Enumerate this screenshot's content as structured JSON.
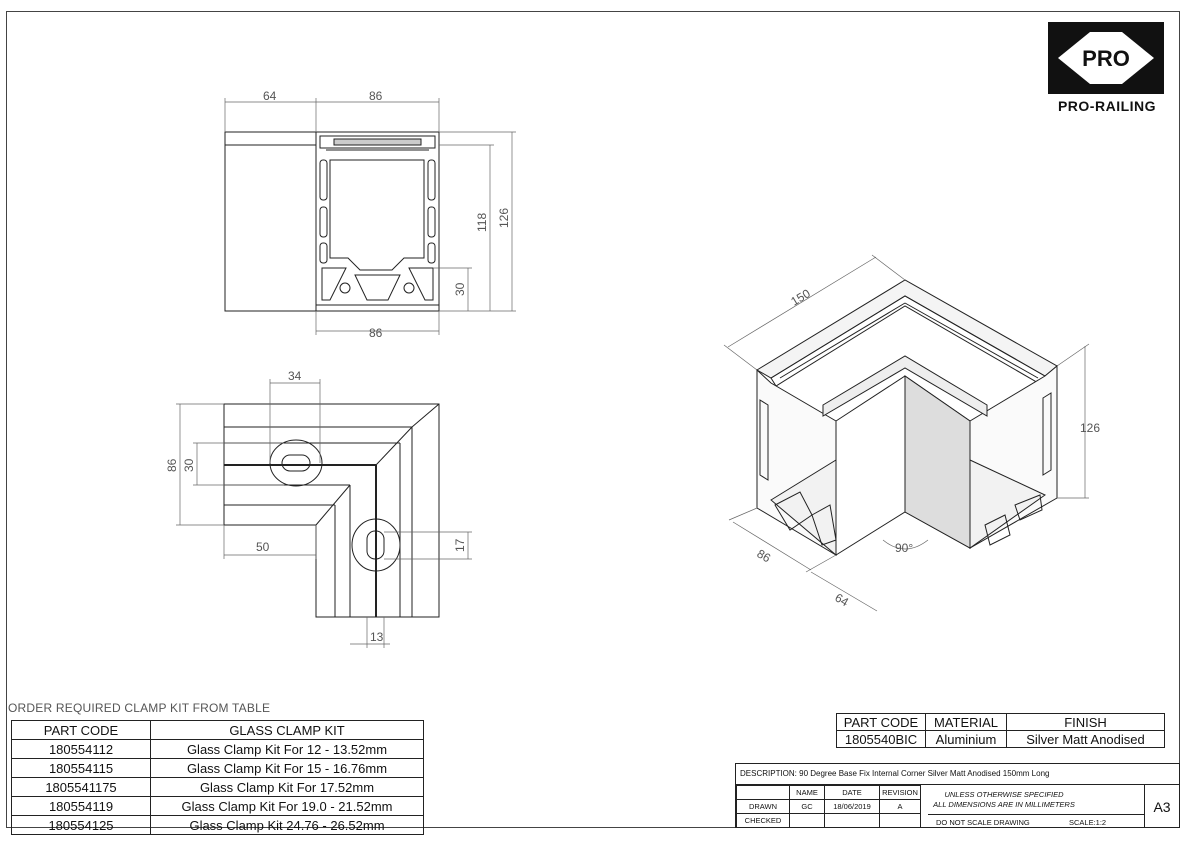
{
  "logo": {
    "mark": "PRO",
    "brand": "PRO-RAILING"
  },
  "dimensions": {
    "front": {
      "top_left": "64",
      "top_right": "86",
      "bottom": "86",
      "h118": "118",
      "h126": "126",
      "h30": "30"
    },
    "plan": {
      "w34": "34",
      "h86": "86",
      "h30": "30",
      "w50": "50",
      "h17": "17",
      "w13": "13"
    },
    "iso": {
      "len150": "150",
      "h126": "126",
      "w86": "86",
      "w64": "64",
      "angle": "90°"
    }
  },
  "order_table": {
    "title": "ORDER REQUIRED CLAMP KIT FROM TABLE",
    "headers": [
      "PART CODE",
      "GLASS CLAMP KIT"
    ],
    "rows": [
      [
        "180554112",
        "Glass Clamp Kit For 12 - 13.52mm"
      ],
      [
        "180554115",
        "Glass Clamp Kit For 15 - 16.76mm"
      ],
      [
        "1805541175",
        "Glass Clamp Kit For 17.52mm"
      ],
      [
        "180554119",
        "Glass Clamp Kit For 19.0 - 21.52mm"
      ],
      [
        "180554125",
        "Glass Clamp Kit 24.76 - 26.52mm"
      ]
    ]
  },
  "material_table": {
    "headers": [
      "PART CODE",
      "MATERIAL",
      "FINISH"
    ],
    "row": [
      "1805540BIC",
      "Aluminium",
      "Silver Matt Anodised"
    ]
  },
  "title_block": {
    "description": "DESCRIPTION: 90 Degree Base Fix Internal Corner Silver Matt Anodised 150mm Long",
    "headers": [
      "NAME",
      "DATE",
      "REVISION"
    ],
    "drawn_label": "DRAWN",
    "drawn_name": "GC",
    "drawn_date": "18/06/2019",
    "revision": "A",
    "checked_label": "CHECKED",
    "note_line1": "UNLESS OTHERWISE SPECIFIED",
    "note_line2": "ALL DIMENSIONS ARE IN MILLIMETERS",
    "do_not_scale": "DO NOT SCALE DRAWING",
    "scale": "SCALE:1:2",
    "size": "A3"
  }
}
